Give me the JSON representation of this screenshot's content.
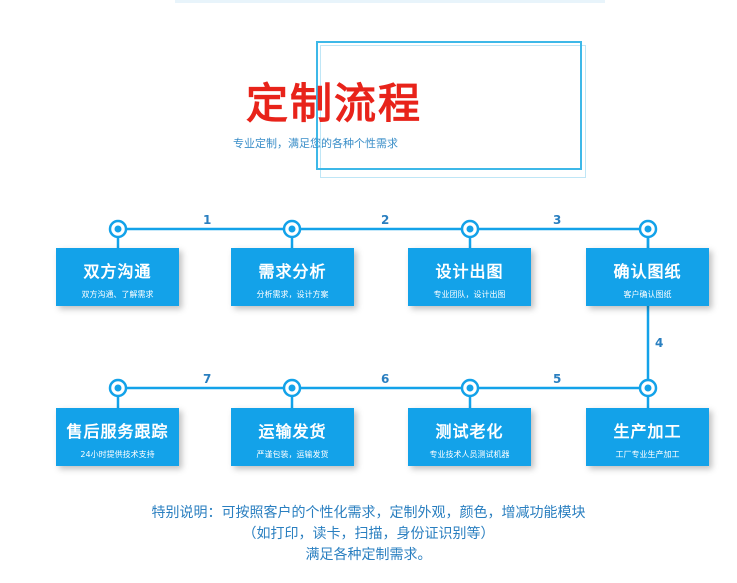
{
  "header": {
    "title": "定制流程",
    "subtitle": "专业定制，满足您的各种个性需求"
  },
  "steps_row1": [
    {
      "title": "双方沟通",
      "desc": "双方沟通、了解需求"
    },
    {
      "title": "需求分析",
      "desc": "分析需求，设计方案"
    },
    {
      "title": "设计出图",
      "desc": "专业团队，设计出图"
    },
    {
      "title": "确认图纸",
      "desc": "客户确认图纸"
    }
  ],
  "steps_row2": [
    {
      "title": "售后服务跟踪",
      "desc": "24小时提供技术支持"
    },
    {
      "title": "运输发货",
      "desc": "严谨包装，运输发货"
    },
    {
      "title": "测试老化",
      "desc": "专业技术人员测试机器"
    },
    {
      "title": "生产加工",
      "desc": "工厂专业生产加工"
    }
  ],
  "step_numbers": [
    "1",
    "2",
    "3",
    "4",
    "5",
    "6",
    "7"
  ],
  "colors": {
    "accent": "#13a2e9",
    "title": "#e8231a",
    "text": "#2a7fc0"
  },
  "notes": {
    "line1": "特别说明：可按照客户的个性化需求，定制外观，颜色，增减功能模块",
    "line2": "（如打印，读卡，扫描，身份证识别等）",
    "line3": "满足各种定制需求。"
  }
}
